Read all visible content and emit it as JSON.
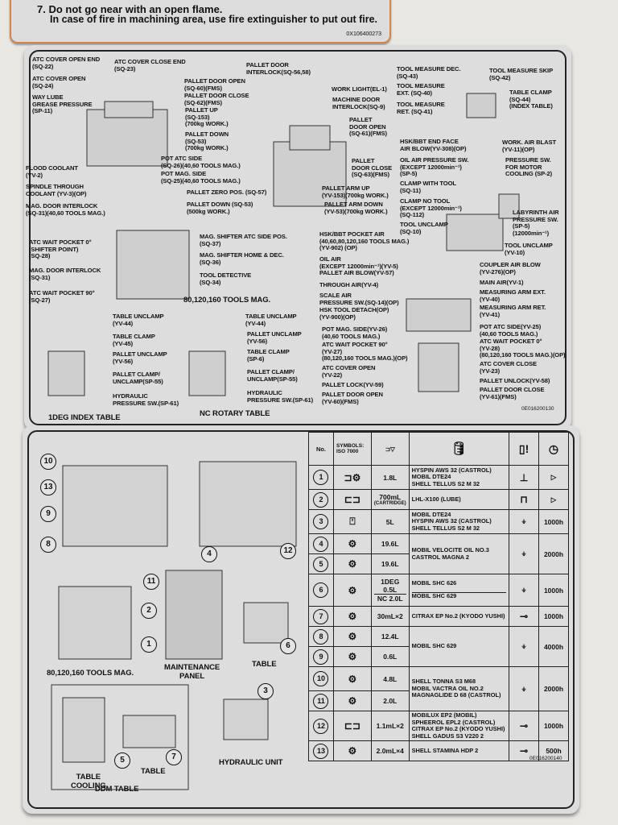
{
  "warning_label": {
    "line1": "7. Do not go near with an open flame.",
    "line2": "In case of fire in machining area, use fire extinguisher to put out fire.",
    "code": "0X106400273"
  },
  "top_panel": {
    "code": "0E016200130",
    "labels": [
      "ATC COVER OPEN END\n(SQ-22)",
      "ATC COVER CLOSE END\n(SQ-23)",
      "ATC COVER OPEN\n(SQ-24)",
      "WAY LUBE\nGREASE PRESSURE\n(SP-11)",
      "PALLET DOOR\nINTERLOCK(SQ-56,58)",
      "PALLET DOOR OPEN\n(SQ-60)(FMS)",
      "PALLET DOOR CLOSE\n(SQ-62)(FMS)",
      "PALLET UP\n(SQ-153)\n(700kg WORK.)",
      "PALLET DOWN\n(SQ-53)\n(700kg WORK.)",
      "WORK LIGHT(EL-1)",
      "MACHINE DOOR\nINTERLOCK(SQ-9)",
      "PALLET\nDOOR OPEN\n(SQ-61)(FMS)",
      "POT ATC SIDE\n(SQ-26)(40,60 TOOLS MAG.)",
      "POT MAG. SIDE\n(SQ-25)(40,60 TOOLS MAG.)",
      "FLOOD COOLANT\n(YV-2)",
      "SPINDLE THROUGH\nCOOLANT (YV-3)(OP)",
      "MAG. DOOR INTERLOCK\n(SQ-31)(40,60 TOOLS MAG.)",
      "PALLET ZERO POS. (SQ-57)",
      "PALLET DOWN (SQ-53)\n(500kg WORK.)",
      "PALLET\nDOOR CLOSE\n(SQ-63)(FMS)",
      "PALLET ARM UP\n(YV-153)(700kg WORK.)",
      "PALLET ARM DOWN\n(YV-53)(700kg WORK.)",
      "TOOL MEASURE DEC.\n(SQ-43)",
      "TOOL MEASURE SKIP\n(SQ-42)",
      "TOOL MEASURE\nEXT. (SQ-40)",
      "TOOL MEASURE\nRET. (SQ-41)",
      "TABLE CLAMP\n(SQ-44)\n(INDEX TABLE)",
      "HSK/BBT END FACE\nAIR BLOW(YV-308)(OP)",
      "WORK. AIR BLAST\n(YV-11)(OP)",
      "OIL AIR PRESSURE SW.\n(EXCEPT 12000min⁻¹)\n(SP-5)",
      "PRESSURE SW.\nFOR MOTOR\nCOOLING (SP-2)",
      "CLAMP WITH TOOL\n(SQ-11)",
      "CLAMP NO TOOL\n(EXCEPT 12000min⁻¹)\n(SQ-112)",
      "TOOL UNCLAMP\n(SQ-10)",
      "LABYRINTH AIR\nPRESSURE SW.\n(SP-5)\n(12000min⁻¹)",
      "TOOL UNCLAMP\n(YV-10)",
      "ATC WAIT POCKET 0°\n(SHIFTER POINT)\n(SQ-28)",
      "MAG. DOOR INTERLOCK\n(SQ-31)",
      "ATC WAIT POCKET 90°\n(SQ-27)",
      "MAG. SHIFTER ATC SIDE POS.\n(SQ-37)",
      "MAG. SHIFTER HOME & DEC.\n(SQ-36)",
      "TOOL DETECTIVE\n(SQ-34)",
      "80,120,160 TOOLS MAG.",
      "HSK/BBT POCKET AIR\n(40,60,80,120,160 TOOLS MAG.)\n(YV-902) (OP)",
      "OIL AIR\n(EXCEPT 12000min⁻¹)(YV-5)",
      "PALLET AIR BLOW(YV-57)",
      "THROUGH AIR(YV-4)",
      "SCALE AIR\nPRESSURE SW.(SQ-14)(OP)",
      "HSK TOOL DETACH(OP)\n(YV-900)(OP)",
      "POT MAG. SIDE(YV-26)\n(40,60 TOOLS MAG.)",
      "ATC WAIT POCKET 90°\n(YV-27)\n(80,120,160 TOOLS MAG.)(OP)",
      "ATC COVER OPEN\n(YV-22)",
      "PALLET LOCK(YV-59)",
      "PALLET DOOR OPEN\n(YV-60)(FMS)",
      "COUPLER AIR BLOW\n(YV-276)(OP)",
      "MAIN AIR(YV-1)",
      "MEASURING ARM EXT.\n(YV-40)",
      "MEASURING ARM RET.\n(YV-41)",
      "POT ATC SIDE(YV-25)\n(40,60 TOOLS MAG.)",
      "ATC WAIT POCKET 0°\n(YV-28)\n(80,120,160 TOOLS MAG.)(OP)",
      "ATC COVER CLOSE\n(YV-23)",
      "PALLET UNLOCK(YV-58)",
      "PALLET DOOR CLOSE\n(YV-61)(FMS)",
      "TABLE UNCLAMP\n(YV-44)",
      "TABLE CLAMP\n(YV-45)",
      "PALLET UNCLAMP\n(YV-56)",
      "PALLET CLAMP/\nUNCLAMP(SP-55)",
      "HYDRAULIC\nPRESSURE SW.(SP-61)",
      "TABLE UNCLAMP\n(YV-44)",
      "PALLET UNCLAMP\n(YV-56)",
      "TABLE CLAMP\n(SP-6)",
      "PALLET CLAMP/\nUNCLAMP(SP-55)",
      "HYDRAULIC\nPRESSURE SW.(SP-61)",
      "1DEG INDEX TABLE",
      "NC ROTARY TABLE"
    ]
  },
  "bottom_panel": {
    "code": "0E016200140",
    "diagram_labels": [
      "80,120,160 TOOLS MAG.",
      "MAINTENANCE\nPANEL",
      "TABLE",
      "TABLE\nCOOLING",
      "TABLE",
      "DDM TABLE",
      "HYDRAULIC UNIT"
    ],
    "callouts": [
      "10",
      "13",
      "9",
      "8",
      "4",
      "12",
      "11",
      "2",
      "1",
      "6",
      "3",
      "5",
      "7"
    ],
    "table": {
      "headers": {
        "no": "No.",
        "symbols": "SYMBOLS:\nISO 7000"
      },
      "header_icons": [
        "tank-level-icon",
        "oil-can-icon",
        "manual-book-icon",
        "clock-icon"
      ],
      "rows": [
        {
          "no": "1",
          "symbol": "pump-gear-icon",
          "qty": "1.8L",
          "oil": "HYSPIN AWS 32 (CASTROL)\nMOBIL DTE24\nSHELL TELLUS S2 M 32",
          "method": "refill-icon",
          "interval": "",
          "interval_icon": "visual-check-icon"
        },
        {
          "no": "2",
          "symbol": "lube-cartridge-icon",
          "qty": "700mL",
          "qty_note": "(CARTRIDGE)",
          "oil": "LHL-X100 (LUBE)",
          "method": "replace-icon",
          "interval": "",
          "interval_icon": "visual-check-icon"
        },
        {
          "no": "3",
          "symbol": "oil-tank-icon",
          "qty": "5L",
          "oil": "MOBIL DTE24\nHYSPIN AWS 32 (CASTROL)\nSHELL TELLUS S2 M 32",
          "method": "drain-refill-icon",
          "interval": "1000h"
        },
        {
          "no": "4",
          "symbol": "gear-oil-bath-icon",
          "qty": "19.6L",
          "oil": "MOBIL VELOCITE OIL NO.3\nCASTROL MAGNA 2",
          "method": "drain-refill-icon",
          "interval": "2000h"
        },
        {
          "no": "5",
          "symbol": "gear-oil-bath-icon",
          "qty": "19.6L"
        },
        {
          "no": "6",
          "symbol": "gear-oil-icon",
          "qty": "1DEG 0.5L",
          "qty2": "NC 2.0L",
          "oil": "MOBIL SHC 626",
          "oil2": "MOBIL SHC 629",
          "method": "drain-refill-icon",
          "interval": "1000h"
        },
        {
          "no": "7",
          "symbol": "gear-oil-icon",
          "qty": "30mL×2",
          "oil": "CITRAX  EP No.2 (KYODO YUSHI)",
          "method": "grease-gun-icon",
          "interval": "1000h"
        },
        {
          "no": "8",
          "symbol": "gear-oil-icon",
          "qty": "12.4L",
          "oil": "MOBIL SHC 629",
          "method": "drain-refill-icon",
          "interval": "4000h"
        },
        {
          "no": "9",
          "symbol": "gear-oil-icon",
          "qty": "0.6L"
        },
        {
          "no": "10",
          "symbol": "gear-oil-icon",
          "qty": "4.8L",
          "oil": "SHELL TONNA S3 M68\nMOBIL VACTRA OIL NO.2\nMAGNAGLIDE D 68  (CASTROL)",
          "method": "drain-refill-icon",
          "interval": "2000h"
        },
        {
          "no": "11",
          "symbol": "gear-oil-icon",
          "qty": "2.0L"
        },
        {
          "no": "12",
          "symbol": "lube-cartridge-icon",
          "qty": "1.1mL×2",
          "oil": "MOBILUX EP2 (MOBIL)\nSPHEEROL EPL2 (CASTROL)\nCITRAX  EP No.2 (KYODO YUSHI)\nSHELL GADUS S3 V220 2",
          "method": "grease-gun-icon",
          "interval": "1000h"
        },
        {
          "no": "13",
          "symbol": "gear-oil-icon",
          "qty": "2.0mL×4",
          "oil": "SHELL STAMINA HDP 2",
          "method": "grease-gun-icon",
          "interval": "500h"
        }
      ]
    }
  }
}
